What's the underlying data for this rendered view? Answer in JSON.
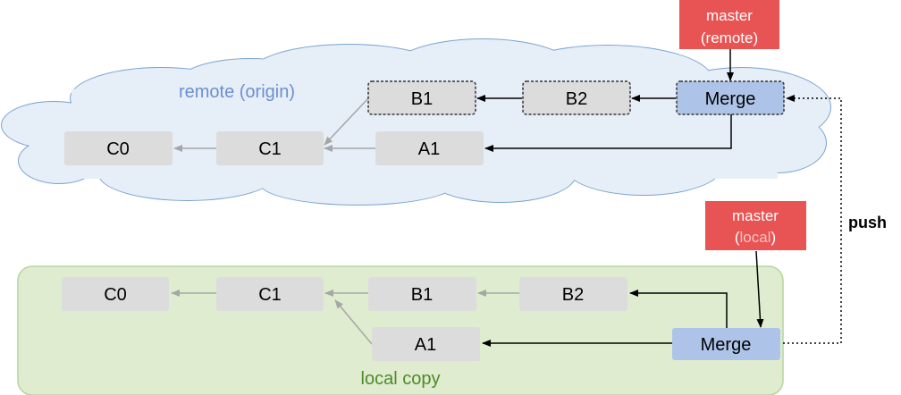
{
  "regions": {
    "remote": {
      "label": "remote (origin)",
      "color": "#6d8fcf"
    },
    "local": {
      "label": "local copy",
      "color": "#4f8a2a"
    }
  },
  "remote_nodes": {
    "c0": "C0",
    "c1": "C1",
    "a1": "A1",
    "b1": "B1",
    "b2": "B2",
    "merge": "Merge"
  },
  "local_nodes": {
    "c0": "C0",
    "c1": "C1",
    "b1": "B1",
    "b2": "B2",
    "a1": "A1",
    "merge": "Merge"
  },
  "tags": {
    "remote_master": {
      "line1": "master",
      "line2": "(remote)"
    },
    "local_master": {
      "line1": "master",
      "line2_open": "(",
      "line2_word": "local",
      "line2_close": ")"
    }
  },
  "push_label": "push",
  "colors": {
    "node_fill": "#dcdcdc",
    "merge_fill": "#aec3e8",
    "tag_fill": "#e85353",
    "cloud_fill": "#e6eef8",
    "cloud_stroke": "#7aa3cf",
    "local_fill": "#dfeccf",
    "local_stroke": "#b7d49f"
  }
}
